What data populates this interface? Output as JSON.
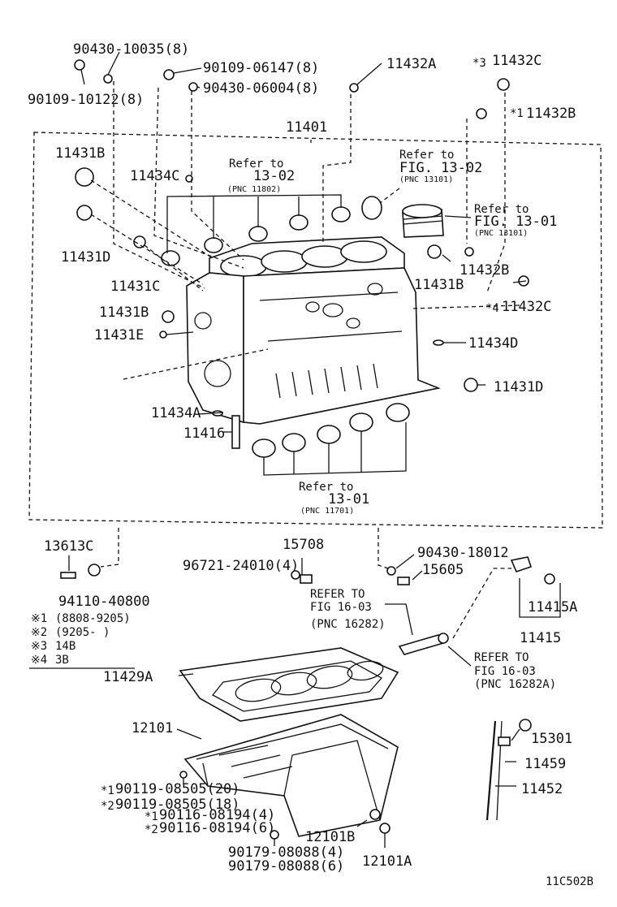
{
  "labels": {
    "p90430_10035": "90430-10035(8)",
    "p90109_10122": "90109-10122(8)",
    "p90109_06147": "90109-06147(8)",
    "p90430_06004": "90430-06004(8)",
    "p11432A": "11432A",
    "p11432C_top": "11432C",
    "p11432B_top": "11432B",
    "p11401": "11401",
    "p11431B_a": "11431B",
    "p11434C": "11434C",
    "p11431D_a": "11431D",
    "p11431C": "11431C",
    "p11431B_b": "11431B",
    "p11431E": "11431E",
    "p11432B_mid": "11432B",
    "p11431B_c": "11431B",
    "p11432C_mid": "11432C",
    "p11434D": "11434D",
    "p11431D_b": "11431D",
    "p11434A": "11434A",
    "p11416": "11416",
    "p13613C": "13613C",
    "p15708": "15708",
    "p96721": "96721-24010(4)",
    "p90430_18012": "90430-18012",
    "p15605": "15605",
    "p94110": "94110-40800",
    "p11415A": "11415A",
    "p11415": "11415",
    "p11429A": "11429A",
    "p12101": "12101",
    "p15301": "15301",
    "p11459": "11459",
    "p11452": "11452",
    "p90119_1": "90119-08505(20)",
    "p90119_2": "90119-08505(18)",
    "p90116_1": "90116-08194(4)",
    "p90116_2": "90116-08194(6)",
    "p12101B": "12101B",
    "p12101A": "12101A",
    "p90179_1": "90179-08088(4)",
    "p90179_2": "90179-08088(6)",
    "figure_code": "11C502B"
  },
  "markers": {
    "m1": "*1",
    "m2": "*2",
    "m3": "*3",
    "m4": "*4"
  },
  "refs": {
    "r1_line1": "Refer to",
    "r1_line2": "13-02",
    "r1_line3": "(PNC 11802)",
    "r2_line1": "Refer to",
    "r2_line2": "FIG. 13-02",
    "r2_line3": "(PNC 13101)",
    "r3_line1": "Refer to",
    "r3_line2": "FIG. 13-01",
    "r3_line3": "(PNC 13101)",
    "r4_line1": "Refer to",
    "r4_line2": "13-01",
    "r4_line3": "(PNC 11701)",
    "r5_line1": "REFER TO",
    "r5_line2": "FIG 16-03",
    "r5_line3": "(PNC 16282)",
    "r6_line1": "REFER TO",
    "r6_line2": "FIG 16-03",
    "r6_line3": "(PNC 16282A)"
  },
  "notes": [
    {
      "mark": "※1",
      "text": "(8808-9205)"
    },
    {
      "mark": "※2",
      "text": "(9205-        )"
    },
    {
      "mark": "※3",
      "text": "14B"
    },
    {
      "mark": "※4",
      "text": "3B"
    }
  ]
}
